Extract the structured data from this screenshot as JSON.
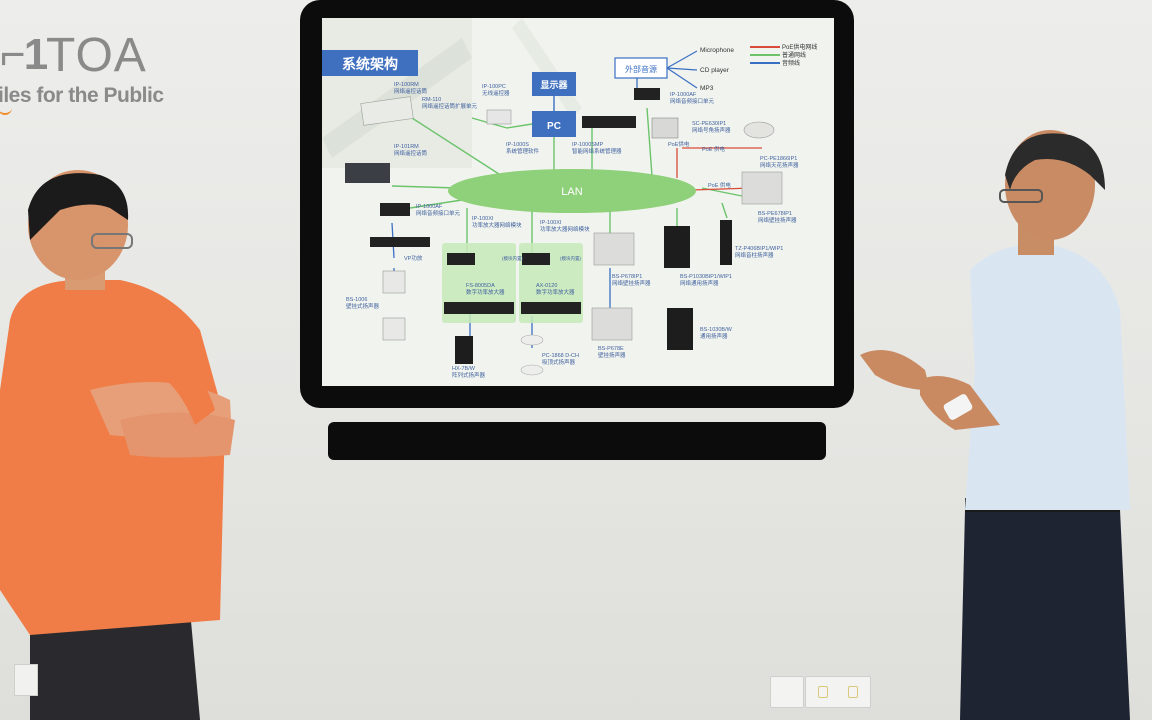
{
  "logo": {
    "brand": "TOA",
    "tagline": "Smiles for the Public",
    "visible_tagline": "iles for the Public"
  },
  "slide": {
    "title": "系统架构",
    "display_label": "显示器",
    "pc_label": "PC",
    "lan_label": "LAN",
    "external_audio_label": "外部音源",
    "legend": {
      "poe": "PoE供电网线",
      "network": "普通网线",
      "audio": "音频线"
    },
    "sources": [
      "Microphone",
      "CD player",
      "MP3"
    ],
    "devices": [
      {
        "model": "IP-100RM",
        "desc": "网络遥控话筒"
      },
      {
        "model": "RM-110",
        "desc": "网络遥控话筒扩展单元"
      },
      {
        "model": "IP-100PC",
        "desc": "无线遥控器"
      },
      {
        "model": "IP-101RM",
        "desc": "网络遥控话筒"
      },
      {
        "model": "IP-1000S",
        "desc": "系统管理软件"
      },
      {
        "model": "IP-1000SMP",
        "desc": "智能网络系统管理器"
      },
      {
        "model": "IP-1000AF",
        "desc": "网络音频接口单元"
      },
      {
        "model": "SC-PE630IP1",
        "desc": "网络号角扬声器"
      },
      {
        "model": "PC-PE1866IP1",
        "desc": "网络天花扬声器"
      },
      {
        "model": "BS-PE678IP1",
        "desc": "网络壁挂扬声器"
      },
      {
        "model": "IP-1000AF",
        "desc": "网络音频接口单元"
      },
      {
        "model": "VP功放",
        "desc": ""
      },
      {
        "model": "IP-100XI",
        "desc": "功率放大器网络模块"
      },
      {
        "model": "IP-100XI",
        "desc": "功率放大器网络模块"
      },
      {
        "model": "FS-8005DA",
        "desc": "数字功率放大器"
      },
      {
        "model": "AX-0120",
        "desc": "数字功率放大器"
      },
      {
        "model": "BS-P678IP1",
        "desc": "网络壁挂扬声器"
      },
      {
        "model": "BS-P1030BIP1/WIP1",
        "desc": "网络通用扬声器"
      },
      {
        "model": "TZ-P406BIP1/WIP1",
        "desc": "网络音柱扬声器"
      },
      {
        "model": "BS-1006",
        "desc": "壁挂式扬声器"
      },
      {
        "model": "HX-7B/W",
        "desc": "阵列式扬声器"
      },
      {
        "model": "PC-1868 D-CH",
        "desc": "吸顶式扬声器"
      },
      {
        "model": "BS-P678E",
        "desc": "壁挂扬声器"
      },
      {
        "model": "BS-1030B/W",
        "desc": "通用扬声器"
      }
    ],
    "module_tag": "(模块内置)",
    "poe_power": "PoE供电",
    "poe_power_alt": "PoE 供电"
  },
  "colors": {
    "slide_title_bg": "#3f6fbf",
    "lan_ellipse": "#8fd07a",
    "poe_line": "#d84a3a",
    "network_line": "#6cc36c",
    "audio_line": "#3a6fc4",
    "shirt_orange": "#f07d48",
    "shirt_blue": "#d9e6f2"
  }
}
